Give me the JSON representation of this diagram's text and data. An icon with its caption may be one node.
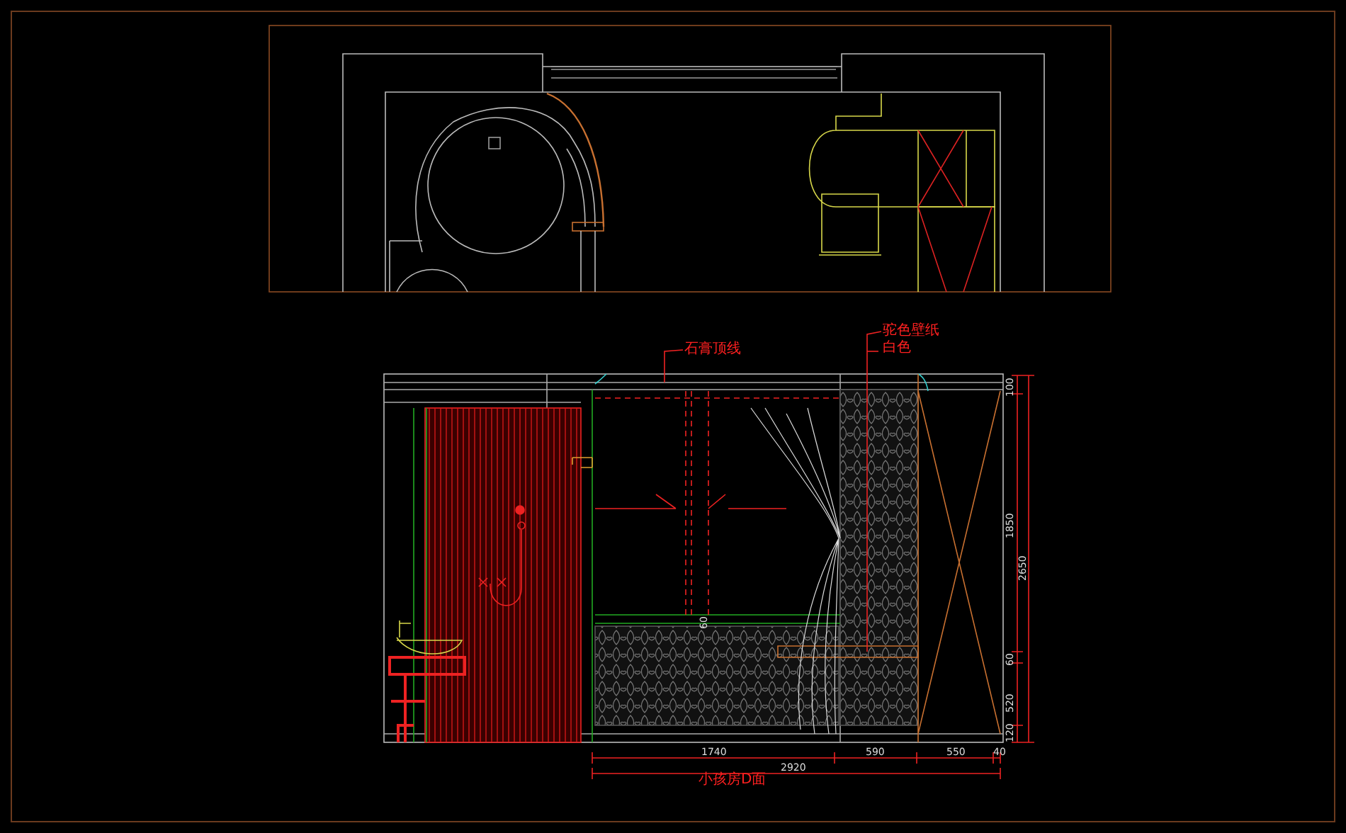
{
  "diagram": {
    "nodes": [
      {
        "text": [
          "石膏顶线"
        ]
      },
      {
        "text": [
          "驼色壁纸",
          "白色"
        ]
      }
    ],
    "edges": [
      {
        "from": 0,
        "to": null,
        "arrow": "none"
      },
      {
        "from": 1,
        "to": null,
        "arrow": "none"
      }
    ],
    "labels": [
      "100",
      "1850",
      "2650",
      "60",
      "520",
      "120",
      "60",
      "1740",
      "590",
      "550",
      "40",
      "2920",
      "小孩房D面"
    ]
  }
}
